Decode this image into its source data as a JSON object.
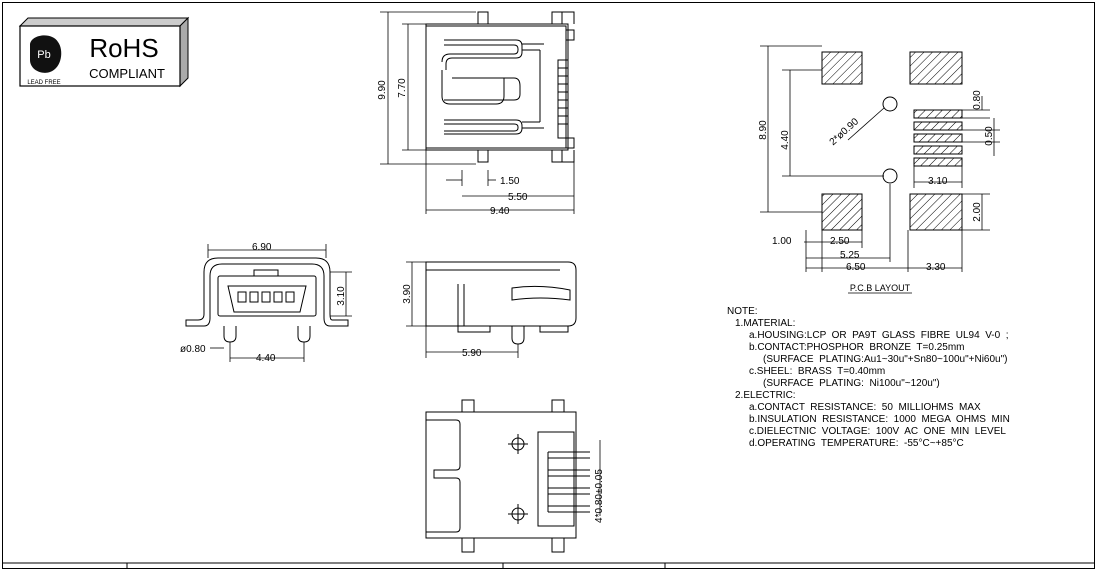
{
  "badge": {
    "title": "RoHS",
    "subtitle": "COMPLIANT",
    "lead_free": "LEAD FREE",
    "logo_letter": "Pb"
  },
  "top_view": {
    "dim_height_outer": "9.90",
    "dim_height_inner": "7.70",
    "dim_small": "1.50",
    "dim_mid": "5.50",
    "dim_total": "9.40"
  },
  "front_view": {
    "dim_width": "6.90",
    "dim_height": "3.10",
    "dim_hole": "ø0.80",
    "dim_pitch": "4.40"
  },
  "side_view": {
    "dim_height": "3.90",
    "dim_length": "5.90"
  },
  "bottom_view": {
    "dim_pins": "4*0.80±0.05"
  },
  "pcb_layout": {
    "caption": "P.C.B LAYOUT",
    "dim_height_total": "8.90",
    "dim_height_inner": "4.40",
    "dim_holes": "2*ø0.90",
    "dim_pad_h": "0.80",
    "dim_pad_pitch": "0.50",
    "dim_pad_group": "3.10",
    "dim_side_pad": "2.00",
    "dim_offset": "1.00",
    "dim_pad_w": "2.50",
    "dim_span_inner": "5.25",
    "dim_span_outer": "6.50",
    "dim_span_right": "3.30"
  },
  "notes": {
    "heading": "NOTE:",
    "material": "1.MATERIAL:",
    "housing": "a.HOUSING:LCP  OR  PA9T  GLASS  FIBRE  UL94  V-0  ;",
    "contact": "b.CONTACT:PHOSPHOR  BRONZE  T=0.25mm",
    "contact_plating": "(SURFACE  PLATING:Au1~30u\"+Sn80~100u\"+Ni60u\")",
    "shell": "c.SHEEL:  BRASS  T=0.40mm",
    "shell_plating": "(SURFACE  PLATING:  Ni100u\"~120u\")",
    "electric": "2.ELECTRIC:",
    "resistance": "a.CONTACT  RESISTANCE:  50  MILLIOHMS  MAX",
    "insulation": "b.INSULATION  RESISTANCE:  1000  MEGA  OHMS  MIN",
    "dielectric": "c.DIELECTNIC  VOLTAGE:  100V  AC  ONE  MIN  LEVEL",
    "temperature": "d.OPERATING  TEMPERATURE:  -55°C~+85°C"
  }
}
